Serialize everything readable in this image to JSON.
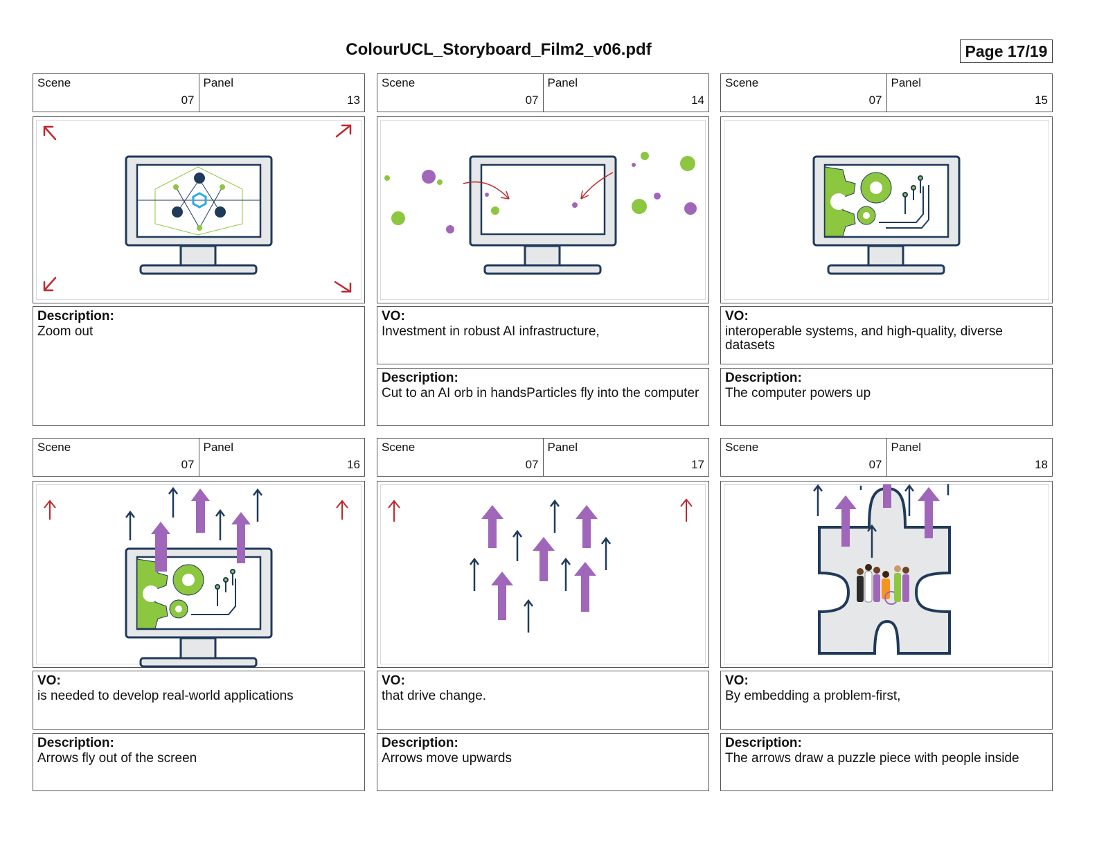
{
  "document": {
    "title": "ColourUCL_Storyboard_Film2_v06.pdf",
    "page": "Page 17/19"
  },
  "labels": {
    "scene": "Scene",
    "panel": "Panel",
    "vo": "VO:",
    "description": "Description:"
  },
  "panels": [
    {
      "scene": "07",
      "panel": "13",
      "vo": null,
      "description": "Zoom out"
    },
    {
      "scene": "07",
      "panel": "14",
      "vo": "Investment in robust AI infrastructure,",
      "description": "Cut to an AI orb in handsParticles fly into the computer"
    },
    {
      "scene": "07",
      "panel": "15",
      "vo": "interoperable systems, and high-quality, diverse datasets",
      "description": "The computer powers up"
    },
    {
      "scene": "07",
      "panel": "16",
      "vo": "is needed to develop real-world applications",
      "description": "Arrows fly out of the screen"
    },
    {
      "scene": "07",
      "panel": "17",
      "vo": "that drive change.",
      "description": "Arrows move upwards"
    },
    {
      "scene": "07",
      "panel": "18",
      "vo": "By embedding a problem-first,",
      "description": "The arrows draw a puzzle piece with people inside"
    }
  ],
  "colors": {
    "navy": "#1f3a5a",
    "green": "#8dc63f",
    "purple": "#a066b9",
    "red": "#c0272d",
    "screen_grey": "#e6e7e8"
  }
}
